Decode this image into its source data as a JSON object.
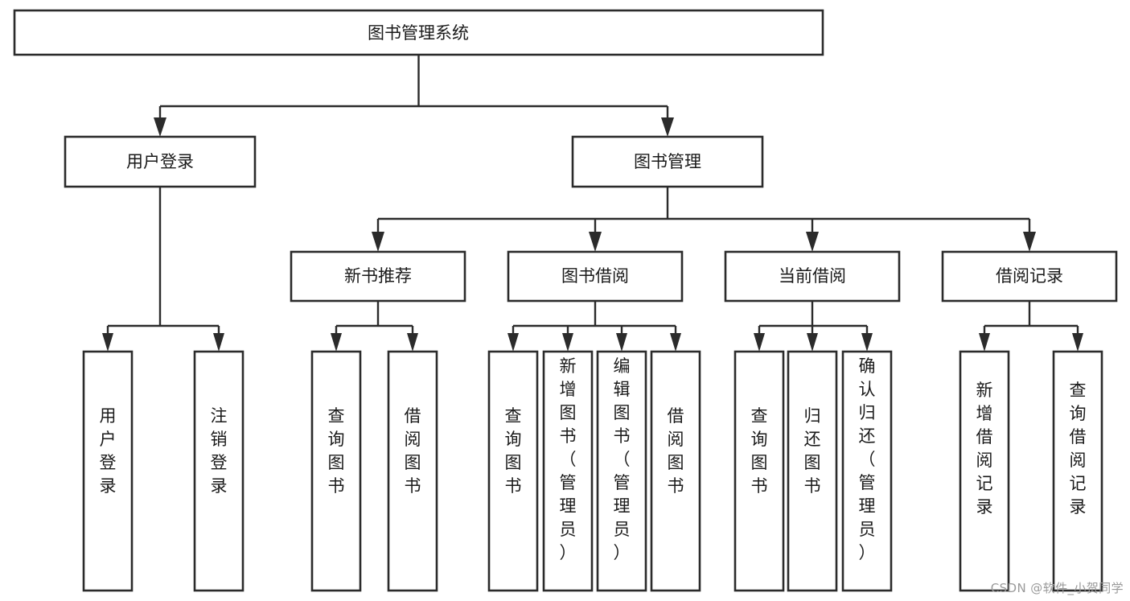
{
  "diagram": {
    "title": "图书管理系统",
    "type": "tree-hierarchy",
    "watermark": "CSDN @软件_小贺同学",
    "colors": {
      "stroke": "#2b2b2b",
      "fill": "#ffffff",
      "text": "#1a1a1a",
      "watermark": "#9a9a9a",
      "background": "#ffffff"
    },
    "root": {
      "id": "root",
      "label": "图书管理系统"
    },
    "level2": [
      {
        "id": "user-login",
        "label": "用户登录"
      },
      {
        "id": "book-management",
        "label": "图书管理"
      }
    ],
    "level3": [
      {
        "id": "new-book-recommend",
        "label": "新书推荐",
        "parent": "book-management"
      },
      {
        "id": "book-borrow",
        "label": "图书借阅",
        "parent": "book-management"
      },
      {
        "id": "current-borrow",
        "label": "当前借阅",
        "parent": "book-management"
      },
      {
        "id": "borrow-record",
        "label": "借阅记录",
        "parent": "book-management"
      }
    ],
    "leaves": [
      {
        "id": "leaf-user-login",
        "label": "用户登录",
        "parent": "user-login"
      },
      {
        "id": "leaf-logout",
        "label": "注销登录",
        "parent": "user-login"
      },
      {
        "id": "leaf-query-book-1",
        "label": "查询图书",
        "parent": "new-book-recommend"
      },
      {
        "id": "leaf-borrow-book-1",
        "label": "借阅图书",
        "parent": "new-book-recommend"
      },
      {
        "id": "leaf-query-book-2",
        "label": "查询图书",
        "parent": "book-borrow"
      },
      {
        "id": "leaf-add-book",
        "label": "新增图书（管理员）",
        "parent": "book-borrow"
      },
      {
        "id": "leaf-edit-book",
        "label": "编辑图书（管理员）",
        "parent": "book-borrow"
      },
      {
        "id": "leaf-borrow-book-2",
        "label": "借阅图书",
        "parent": "book-borrow"
      },
      {
        "id": "leaf-query-book-3",
        "label": "查询图书",
        "parent": "current-borrow"
      },
      {
        "id": "leaf-return-book",
        "label": "归还图书",
        "parent": "current-borrow"
      },
      {
        "id": "leaf-confirm-return",
        "label": "确认归还（管理员）",
        "parent": "current-borrow"
      },
      {
        "id": "leaf-add-record",
        "label": "新增借阅记录",
        "parent": "borrow-record"
      },
      {
        "id": "leaf-query-record",
        "label": "查询借阅记录",
        "parent": "borrow-record"
      }
    ]
  }
}
